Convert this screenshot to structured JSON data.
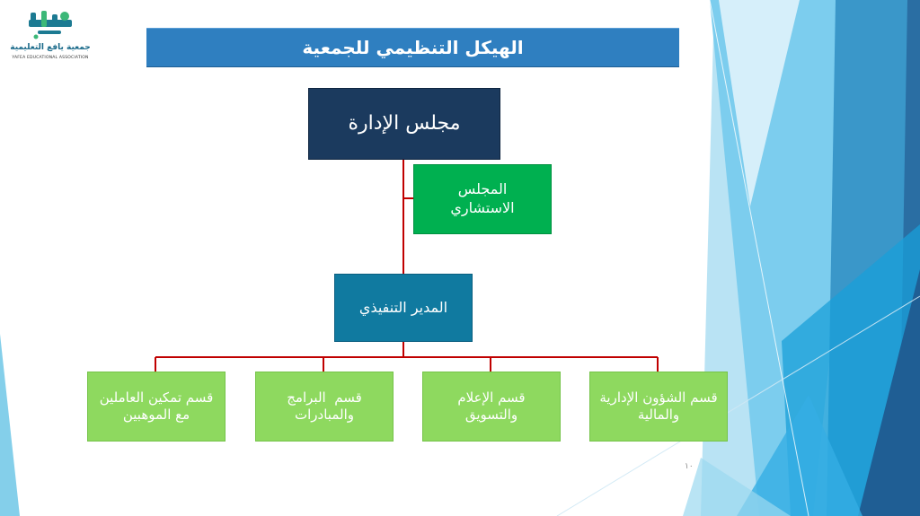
{
  "logo": {
    "mark": "يافع",
    "arabic_name": "جمعية يافع التعليمية",
    "english_name": "YAFEA EDUCATIONAL ASSOCIATION"
  },
  "title": "الهيكل التنظيمي للجمعية",
  "org_chart": {
    "board": "مجلس الإدارة",
    "advisory": {
      "line1": "المجلس",
      "line2": "الاستشاري"
    },
    "executive": "المدير التنفيذي",
    "departments": [
      {
        "line1": "قسم الشؤون الإدارية",
        "line2": "والمالية"
      },
      {
        "line1": "قسم الإعلام",
        "line2": "والتسويق"
      },
      {
        "line1": "قسم  البرامج",
        "line2": "والمبادرات"
      },
      {
        "line1": "قسم تمكين العاملين",
        "line2": "مع الموهبين"
      }
    ]
  },
  "page_number": "١٠",
  "colors": {
    "title_bar": "#2f7fc0",
    "board": "#1b3a5e",
    "advisory": "#00b050",
    "executive": "#107aa0",
    "department": "#8ed95f",
    "connector": "#c00000"
  }
}
